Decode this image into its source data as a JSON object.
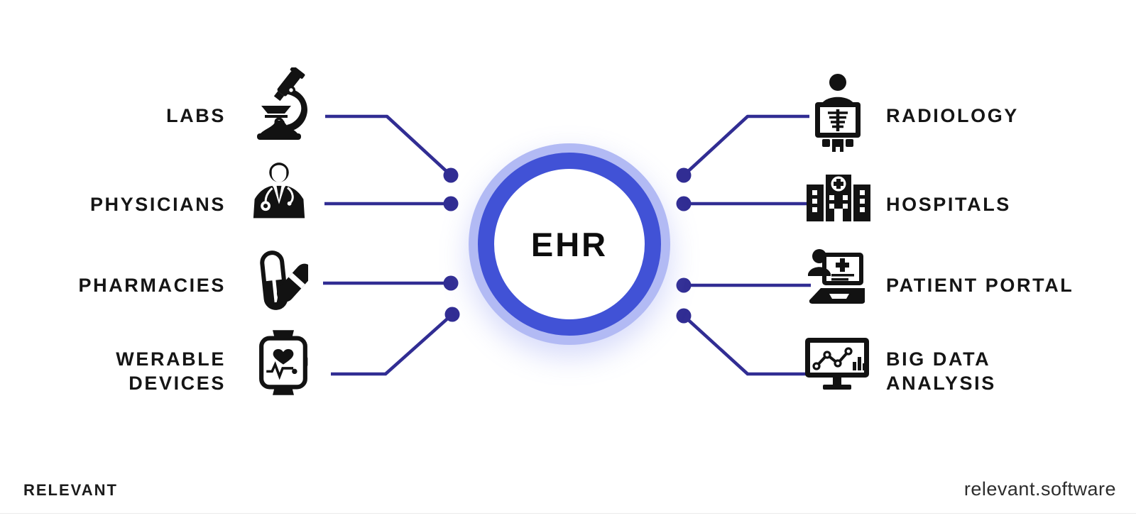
{
  "center": {
    "label": "EHR"
  },
  "left_items": [
    {
      "label": "LABS",
      "icon": "microscope-icon"
    },
    {
      "label": "PHYSICIANS",
      "icon": "doctor-icon"
    },
    {
      "label": "PHARMACIES",
      "icon": "pills-icon"
    },
    {
      "label": "WERABLE DEVICES",
      "icon": "smartwatch-icon"
    }
  ],
  "right_items": [
    {
      "label": "RADIOLOGY",
      "icon": "xray-patient-icon"
    },
    {
      "label": "HOSPITALS",
      "icon": "hospital-building-icon"
    },
    {
      "label": "PATIENT PORTAL",
      "icon": "patient-portal-laptop-icon"
    },
    {
      "label": "BIG DATA ANALYSIS",
      "icon": "analytics-monitor-icon"
    }
  ],
  "footer": {
    "brand": "RELEVANT",
    "website": "relevant.software"
  },
  "colors": {
    "ring_blue": "#4152d6",
    "halo_lavender": "#b2baf4",
    "connector_indigo": "#312d93",
    "icon_black": "#121212",
    "text_black": "#151515",
    "background": "#ffffff"
  }
}
